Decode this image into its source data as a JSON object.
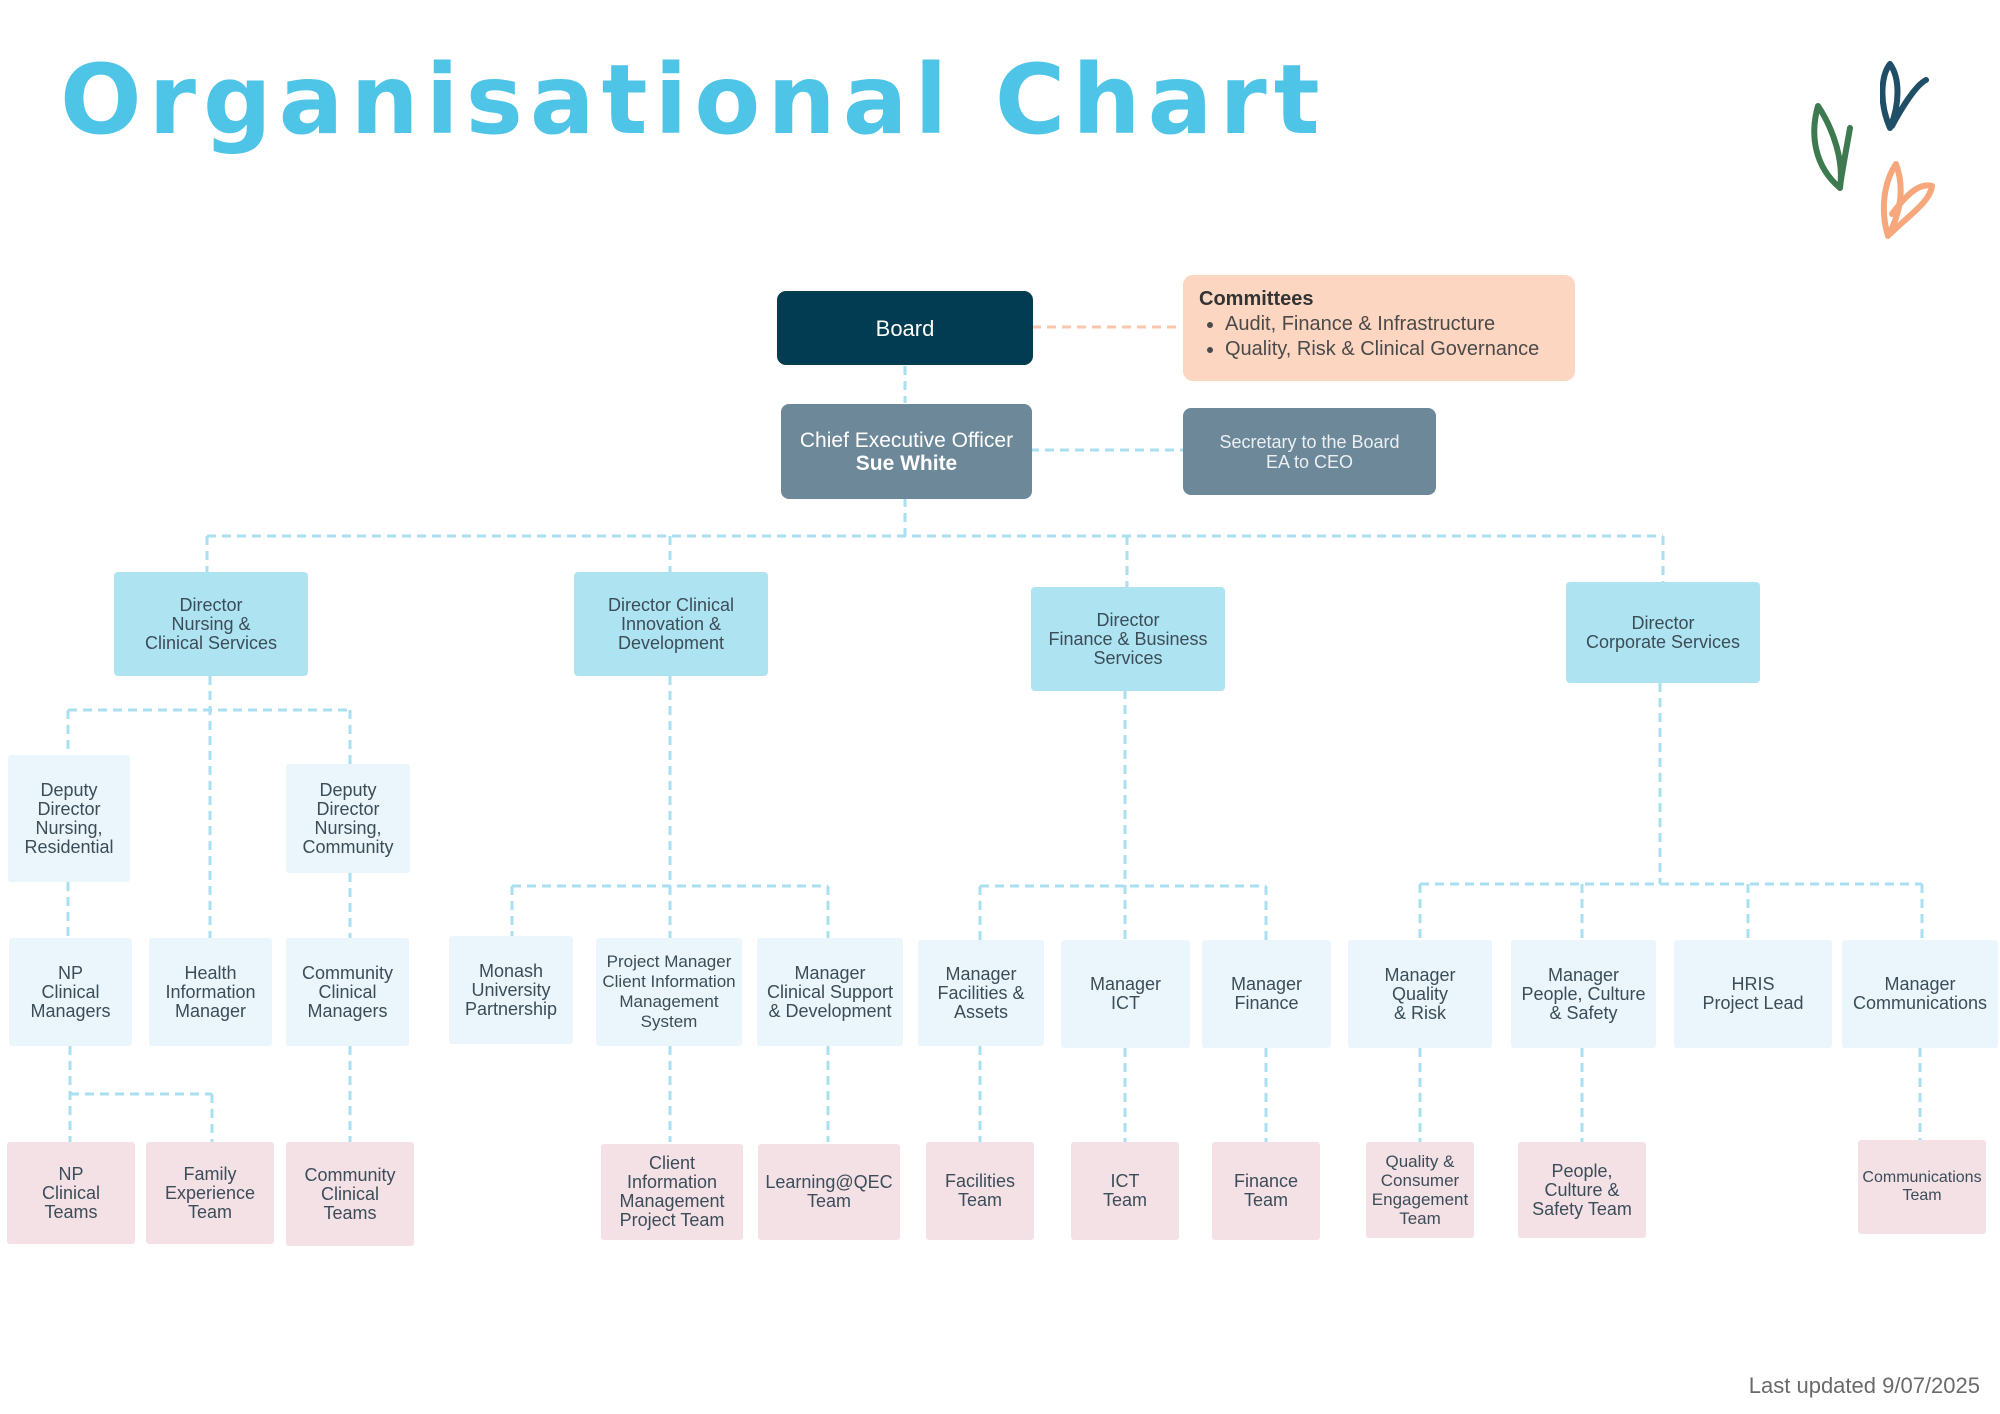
{
  "title": "Organisational Chart",
  "footer": "Last updated 9/07/2025",
  "board": "Board",
  "committees": {
    "heading": "Committees",
    "items": [
      "Audit, Finance & Infrastructure",
      "Quality, Risk & Clinical Governance"
    ]
  },
  "ceo": {
    "title": "Chief Executive Officer",
    "name": "Sue White"
  },
  "secretary": [
    "Secretary to the Board",
    "EA to CEO"
  ],
  "directors": [
    [
      "Director",
      "Nursing &",
      "Clinical Services"
    ],
    [
      "Director Clinical",
      "Innovation &",
      "Development"
    ],
    [
      "Director",
      "Finance & Business",
      "Services"
    ],
    [
      "Director",
      "Corporate Services"
    ]
  ],
  "deputies": [
    [
      "Deputy",
      "Director",
      "Nursing,",
      "Residential"
    ],
    [
      "Deputy",
      "Director",
      "Nursing,",
      "Community"
    ]
  ],
  "managers": [
    [
      "NP",
      "Clinical",
      "Managers"
    ],
    [
      "Health",
      "Information",
      "Manager"
    ],
    [
      "Community",
      "Clinical",
      "Managers"
    ],
    [
      "Monash",
      "University",
      "Partnership"
    ],
    [
      "Project Manager",
      "Client Information",
      "Management",
      "System"
    ],
    [
      "Manager",
      "Clinical Support",
      "& Development"
    ],
    [
      "Manager",
      "Facilities &",
      "Assets"
    ],
    [
      "Manager",
      "ICT"
    ],
    [
      "Manager",
      "Finance"
    ],
    [
      "Manager",
      "Quality",
      "& Risk"
    ],
    [
      "Manager",
      "People, Culture",
      "& Safety"
    ],
    [
      "HRIS",
      "Project Lead"
    ],
    [
      "Manager",
      "Communications"
    ]
  ],
  "teams": [
    [
      "NP",
      "Clinical",
      "Teams"
    ],
    [
      "Family",
      "Experience",
      "Team"
    ],
    [
      "Community",
      "Clinical",
      "Teams"
    ],
    [
      "Client",
      "Information",
      "Management",
      "Project Team"
    ],
    [
      "Learning@QEC",
      "Team"
    ],
    [
      "Facilities",
      "Team"
    ],
    [
      "ICT",
      "Team"
    ],
    [
      "Finance",
      "Team"
    ],
    [
      "Quality &",
      "Consumer",
      "Engagement",
      "Team"
    ],
    [
      "People,",
      "Culture &",
      "Safety Team"
    ],
    [
      "Communications",
      "Team"
    ]
  ],
  "colors": {
    "title": "#4ec4e6",
    "board": "#023c52",
    "ceo": "#6d8899",
    "committees": "#fdd6c1",
    "director": "#aee3f2",
    "manager": "#eaf6fc",
    "team": "#f4e1e6",
    "connector": "#a9dff0",
    "committee_connector": "#fbc6ad"
  },
  "decoration": [
    "leaf-icon",
    "leaf-icon",
    "leaf-icon"
  ]
}
